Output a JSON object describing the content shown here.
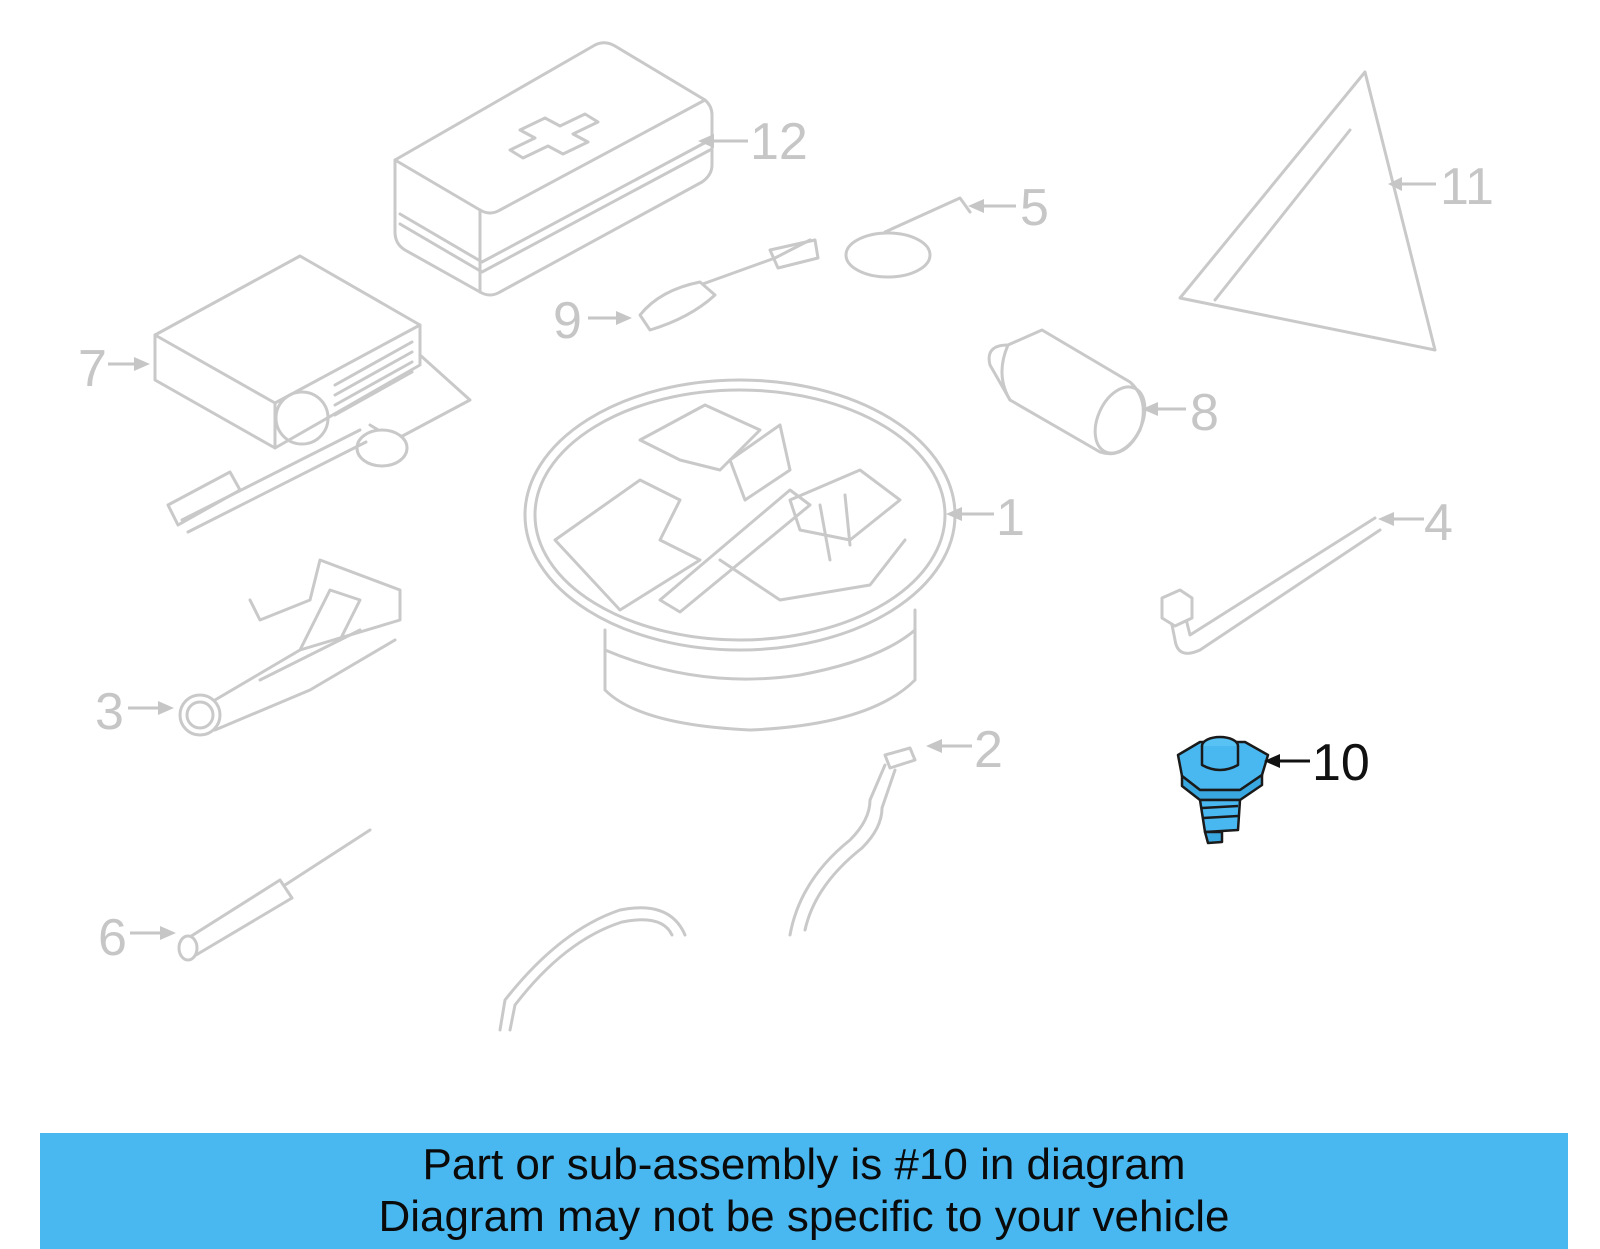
{
  "diagram": {
    "highlight_color": "#4ab8f0",
    "ghost_color": "#c9c9c9",
    "highlighted_callout": "10",
    "callouts": [
      "1",
      "2",
      "3",
      "4",
      "5",
      "6",
      "7",
      "8",
      "9",
      "10",
      "11",
      "12"
    ]
  },
  "banner": {
    "background": "#4ab8f0",
    "line1": "Part or sub-assembly is #10 in diagram",
    "line2": "Diagram may not be specific to your vehicle"
  }
}
